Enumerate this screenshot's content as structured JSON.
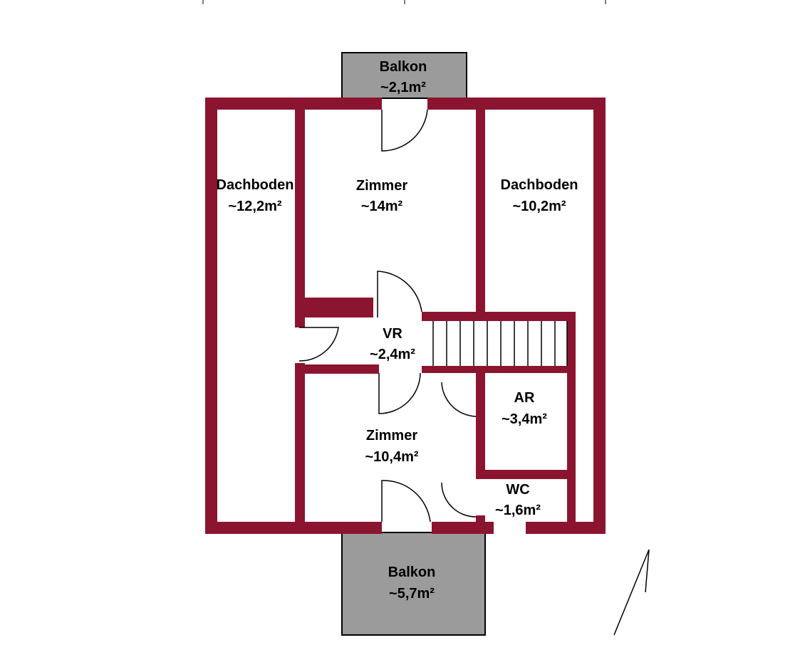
{
  "plan": {
    "wall_color": "#8b1530",
    "balcony_color": "#9b9b9b",
    "rooms": {
      "balkon_top": {
        "name": "Balkon",
        "area": "~2,1m²"
      },
      "dachboden_left": {
        "name": "Dachboden",
        "area": "~12,2m²"
      },
      "zimmer_top": {
        "name": "Zimmer",
        "area": "~14m²"
      },
      "dachboden_right": {
        "name": "Dachboden",
        "area": "~10,2m²"
      },
      "vr": {
        "name": "VR",
        "area": "~2,4m²"
      },
      "ar": {
        "name": "AR",
        "area": "~3,4m²"
      },
      "zimmer_bottom": {
        "name": "Zimmer",
        "area": "~10,4m²"
      },
      "wc": {
        "name": "WC",
        "area": "~1,6m²"
      },
      "balkon_bottom": {
        "name": "Balkon",
        "area": "~5,7m²"
      }
    }
  }
}
